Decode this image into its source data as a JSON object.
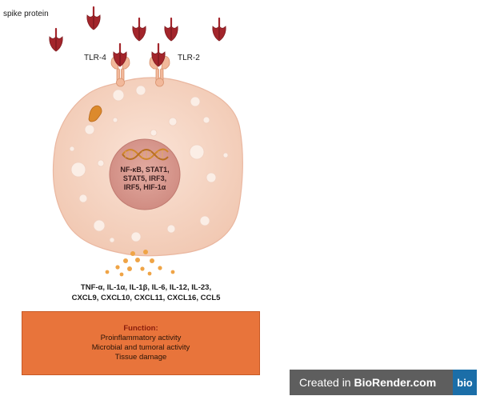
{
  "labels": {
    "spike_protein": "spike protein",
    "tlr4": "TLR-4",
    "tlr2": "TLR-2"
  },
  "nucleus": {
    "lines": [
      "NF-κB, STAT1,",
      "STAT5, IRF3,",
      "IRF5, HIF-1α"
    ]
  },
  "cytokines": {
    "lines": [
      "TNF-α, IL-1α, IL-1β, IL-6, IL-12, IL-23,",
      "CXCL9, CXCL10, CXCL11, CXCL16, CCL5"
    ]
  },
  "function_box": {
    "title": "Function:",
    "items": [
      "Proinflammatory activity",
      "Microbial and tumoral activity",
      "Tissue damage"
    ]
  },
  "badge": {
    "prefix": "Created in ",
    "brand": "BioRender.com",
    "logo": "bio"
  },
  "icons": {
    "spike": "spike-protein-icon",
    "dna": "dna-helix-icon",
    "receptor": "receptor-icon",
    "mitochondrion": "mitochondrion-icon"
  },
  "colors": {
    "spike": "#a3252b",
    "cell_fill": "#f6d6c4",
    "nucleus_fill": "#d99a8e",
    "receptor": "#f2b89a",
    "mitochondrion": "#dc8a2c",
    "dna": "#d0862a",
    "function_box": "#e8743b",
    "badge_bg": "#5e5e5e",
    "badge_logo": "#1b6ea8"
  }
}
